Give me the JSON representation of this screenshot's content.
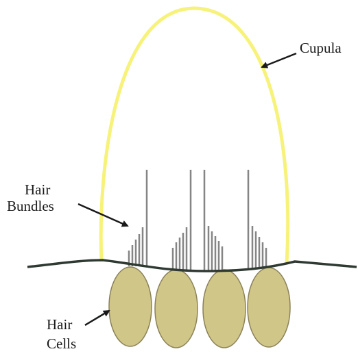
{
  "labels": {
    "cupula": "Cupula",
    "hair_bundles_line1": "Hair",
    "hair_bundles_line2": "Bundles",
    "hair_cells_line1": "Hair",
    "hair_cells_line2": "Cells"
  },
  "colors": {
    "cupula_outline": "#f7f27a",
    "membrane": "#2f3a33",
    "cell_fill": "#cfc687",
    "cell_stroke": "#8b8159",
    "stereocilia": "#858585",
    "arrow": "#1a1a1a"
  },
  "hair_bundle_count": 4,
  "hair_cell_count": 4
}
